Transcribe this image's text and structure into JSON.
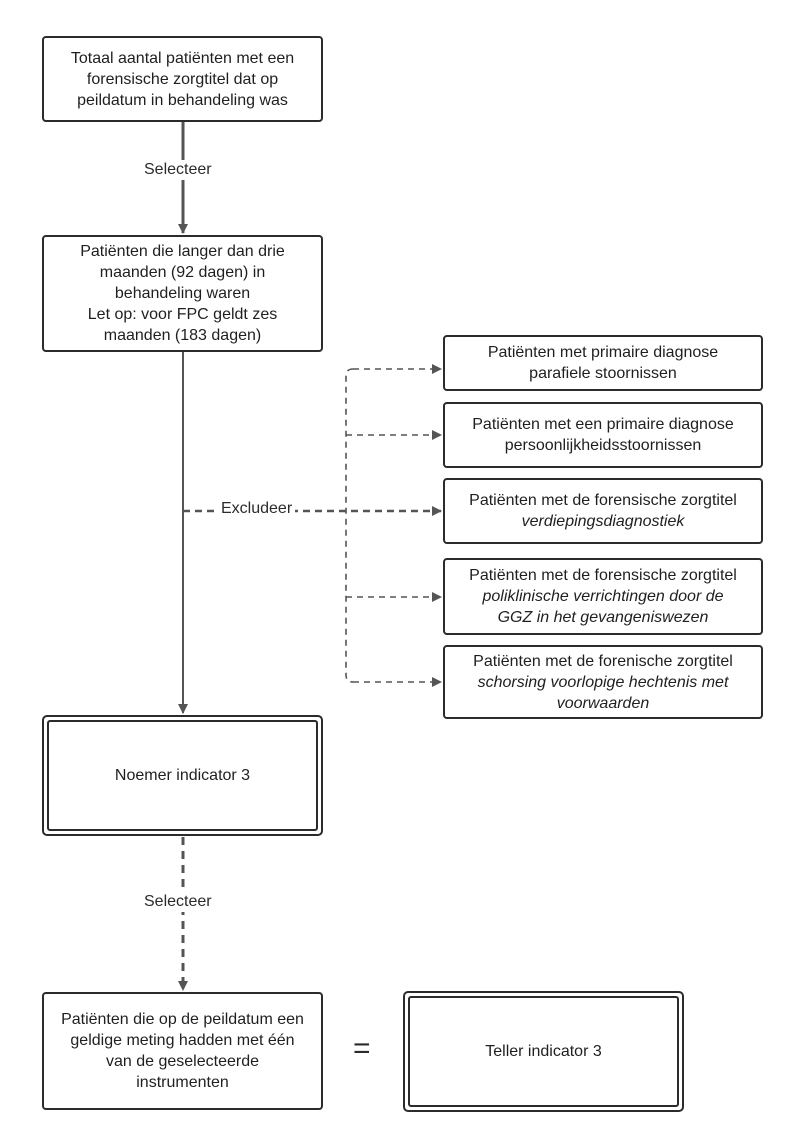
{
  "nodes": {
    "start": [
      "Totaal aantal patiënten met een",
      "forensische zorgtitel dat op",
      "peildatum in behandeling was"
    ],
    "duration": [
      "Patiënten die langer dan drie",
      "maanden (92 dagen) in",
      "behandeling waren",
      "Let op: voor FPC geldt zes",
      "maanden (183 dagen)"
    ],
    "excl1": [
      "Patiënten met primaire diagnose",
      "parafiele stoornissen"
    ],
    "excl2": [
      "Patiënten met een primaire diagnose",
      "persoonlijkheidsstoornissen"
    ],
    "excl3": {
      "line1": "Patiënten met de forensische zorgtitel",
      "line2": "verdiepingsdiagnostiek"
    },
    "excl4": {
      "line1": "Patiënten met de forensische zorgtitel",
      "line2": "poliklinische verrichtingen door de",
      "line3": "GGZ in het gevangeniswezen"
    },
    "excl5": {
      "line1": "Patiënten met de forenische zorgtitel",
      "line2": "schorsing voorlopige hechtenis met",
      "line3": "voorwaarden"
    },
    "noemer": "Noemer indicator 3",
    "measure": [
      "Patiënten die op de peildatum een",
      "geldige meting hadden met één",
      "van de geselecteerde",
      "instrumenten"
    ],
    "teller": "Teller indicator 3"
  },
  "labels": {
    "select1": "Selecteer",
    "exclude": "Excludeer",
    "select2": "Selecteer",
    "equals": "="
  },
  "colors": {
    "line": "#555555",
    "border": "#2b2b2b"
  }
}
